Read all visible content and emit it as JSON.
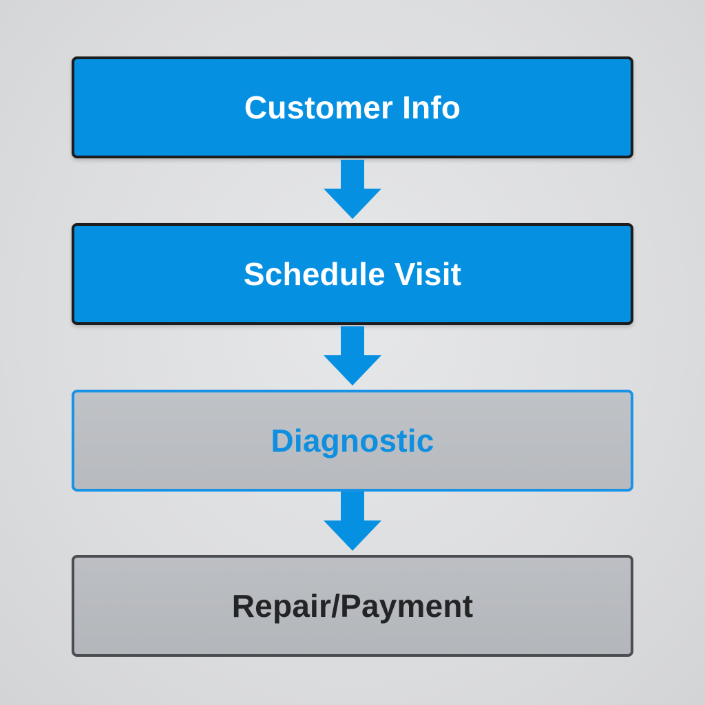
{
  "colors": {
    "accent": "#0590e2",
    "complete_border": "#1c1c1e",
    "current_border": "#1993e6",
    "pending_fill": "#b7babe",
    "pending_border": "#4a4d52",
    "background": "#dcdddf"
  },
  "steps": [
    {
      "label": "Customer Info",
      "status": "complete"
    },
    {
      "label": "Schedule Visit",
      "status": "complete"
    },
    {
      "label": "Diagnostic",
      "status": "current"
    },
    {
      "label": "Repair/Payment",
      "status": "pending"
    }
  ],
  "connectors": [
    {
      "icon": "arrow-down-icon"
    },
    {
      "icon": "arrow-down-icon"
    },
    {
      "icon": "arrow-down-icon"
    }
  ]
}
